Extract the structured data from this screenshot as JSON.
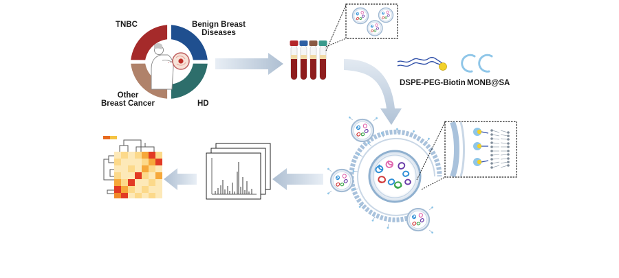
{
  "groups": {
    "tnbc": "TNBC",
    "benign_line1": "Benign Breast",
    "benign_line2": "Diseases",
    "other_line1": "Other",
    "other_line2": "Breast Cancer",
    "hd": "HD"
  },
  "reagents": {
    "lipid": "DSPE-PEG-Biotin",
    "nanobeads": "MONB@SA"
  },
  "colors": {
    "tnbc": "#a52a2a",
    "benign": "#1f4f8f",
    "other": "#b0826a",
    "hd": "#2d6e6b",
    "arrow": "#b8c8da",
    "membrane": "#a9c2dc",
    "biotin": "#f2d12a"
  },
  "icons": [
    "patient-icon",
    "blood-tube-icon",
    "vesicle-icon",
    "spectrum-icon",
    "heatmap-icon",
    "arrow-icon"
  ]
}
